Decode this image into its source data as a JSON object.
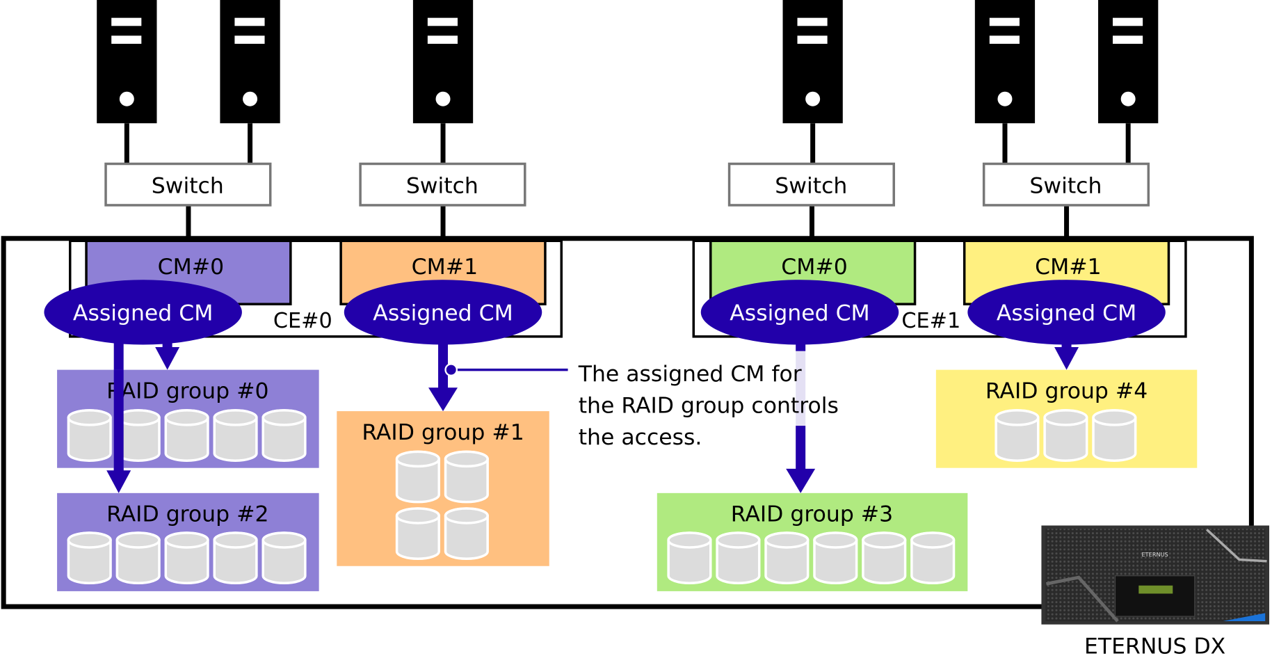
{
  "colors": {
    "assigned_cm": "#2200aa",
    "ce0_cm0": "#8e80d6",
    "ce0_cm1": "#ffc080",
    "ce1_cm0": "#b0ea80",
    "ce1_cm1": "#fff080",
    "server": "#000000",
    "switch_border": "#777777",
    "disk_fill": "#dcdcdc",
    "disk_stroke": "#ffffff"
  },
  "servers": [
    {
      "id": "server-1"
    },
    {
      "id": "server-2"
    },
    {
      "id": "server-3"
    },
    {
      "id": "server-4"
    },
    {
      "id": "server-5"
    },
    {
      "id": "server-6"
    }
  ],
  "switches": [
    {
      "label": "Switch"
    },
    {
      "label": "Switch"
    },
    {
      "label": "Switch"
    },
    {
      "label": "Switch"
    }
  ],
  "enclosures": [
    {
      "label": "CE#0",
      "cms": [
        {
          "label": "CM#0",
          "badge": "Assigned CM",
          "color_key": "ce0_cm0"
        },
        {
          "label": "CM#1",
          "badge": "Assigned CM",
          "color_key": "ce0_cm1"
        }
      ]
    },
    {
      "label": "CE#1",
      "cms": [
        {
          "label": "CM#0",
          "badge": "Assigned CM",
          "color_key": "ce1_cm0"
        },
        {
          "label": "CM#1",
          "badge": "Assigned CM",
          "color_key": "ce1_cm1"
        }
      ]
    }
  ],
  "raid_groups": [
    {
      "label": "RAID group #0",
      "disks": 5,
      "color_key": "ce0_cm0",
      "assigned_to": "CE#0 CM#0"
    },
    {
      "label": "RAID group #1",
      "disks": 4,
      "color_key": "ce0_cm1",
      "assigned_to": "CE#0 CM#1"
    },
    {
      "label": "RAID group #2",
      "disks": 5,
      "color_key": "ce0_cm0",
      "assigned_to": "CE#0 CM#0"
    },
    {
      "label": "RAID group #3",
      "disks": 6,
      "color_key": "ce1_cm0",
      "assigned_to": "CE#1 CM#0"
    },
    {
      "label": "RAID group #4",
      "disks": 3,
      "color_key": "ce1_cm1",
      "assigned_to": "CE#1 CM#1"
    }
  ],
  "callout": {
    "lines": [
      "The assigned CM for",
      "the RAID group controls",
      "the access."
    ]
  },
  "device": {
    "faceplate_text": "ETERNUS",
    "label": "ETERNUS DX"
  }
}
